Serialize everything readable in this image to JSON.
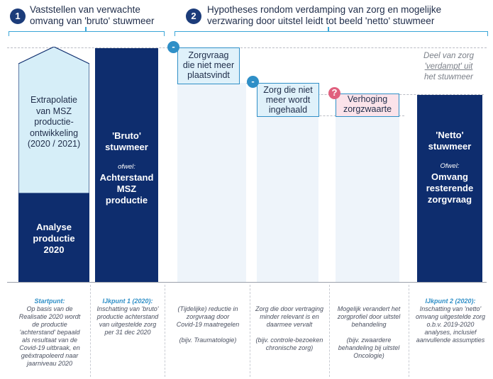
{
  "header": {
    "step1": {
      "number": "1",
      "text_line1": "Vaststellen van verwachte",
      "text_line2": "omvang van 'bruto' stuwmeer"
    },
    "step2": {
      "number": "2",
      "text_line1": "Hypotheses rondom verdamping van zorg en mogelijke",
      "text_line2": "verzwaring door uitstel leidt tot beeld 'netto' stuwmeer"
    }
  },
  "col1": {
    "top_lines": [
      "Extrapolatie",
      "van MSZ",
      "productie-",
      "ontwikkeling",
      "(2020 / 2021)"
    ],
    "bottom_lines": [
      "Analyse",
      "productie",
      "2020"
    ]
  },
  "col2": {
    "title_lines": [
      "'Bruto'",
      "stuwmeer"
    ],
    "ofwel": "ofwel:",
    "sub_lines": [
      "Achterstand",
      "MSZ",
      "productie"
    ]
  },
  "drops": {
    "d1": {
      "sign": "-",
      "lines": [
        "Zorgvraag",
        "die niet meer",
        "plaatsvindt"
      ]
    },
    "d2": {
      "sign": "-",
      "lines": [
        "Zorg die niet",
        "meer wordt",
        "ingehaald"
      ]
    },
    "d3": {
      "sign": "?",
      "lines": [
        "Verhoging",
        "zorgzwaarte"
      ]
    }
  },
  "col6": {
    "note_lines": [
      "Deel van zorg",
      "'verdampt' uit",
      "het stuwmeer"
    ],
    "title_lines": [
      "'Netto'",
      "stuwmeer"
    ],
    "ofwel": "Ofwel:",
    "sub_lines": [
      "Omvang",
      "resterende",
      "zorgvraag"
    ]
  },
  "footer": {
    "f1": {
      "head": "Startpunt:",
      "lines": [
        "Op basis van de",
        "Realisatie 2020 wordt",
        "de productie",
        "'achterstand' bepaald",
        "als resultaat van de",
        "Covid-19 uitbraak, en",
        "geëxtrapoleerd naar",
        "jaarniveau 2020"
      ]
    },
    "f2": {
      "head": "IJkpunt 1 (2020):",
      "lines": [
        "Inschatting van 'bruto'",
        "productie achterstand",
        "van uitgestelde zorg",
        "per 31 dec 2020"
      ]
    },
    "f3": {
      "lines": [
        "(Tijdelijke) reductie in",
        "zorgvraag door",
        "Covid-19 maatregelen",
        "",
        "(bijv. Traumatologie)"
      ]
    },
    "f4": {
      "lines": [
        "Zorg die door vertraging",
        "minder relevant is en",
        "daarmee vervalt",
        "",
        "(bijv. controle-bezoeken",
        "chronische zorg)"
      ]
    },
    "f5": {
      "lines": [
        "Mogelijk verandert het",
        "zorgprofiel door uitstel",
        "behandeling",
        "",
        "(bijv. zwaardere",
        "behandeling bij uitstel",
        "Oncologie)"
      ]
    },
    "f6": {
      "head": "IJkpunt 2 (2020):",
      "lines": [
        "Inschatting van 'netto'",
        "omvang uitgestelde zorg",
        "o.b.v. 2019-2020",
        "analyses, inclusief",
        "aanvullende assumpties"
      ]
    }
  },
  "colors": {
    "navy": "#0e2d6e",
    "light_blue": "#d6eef8",
    "accent": "#2f8fc7",
    "pink": "#fbe3ea",
    "question": "#e0607e"
  }
}
